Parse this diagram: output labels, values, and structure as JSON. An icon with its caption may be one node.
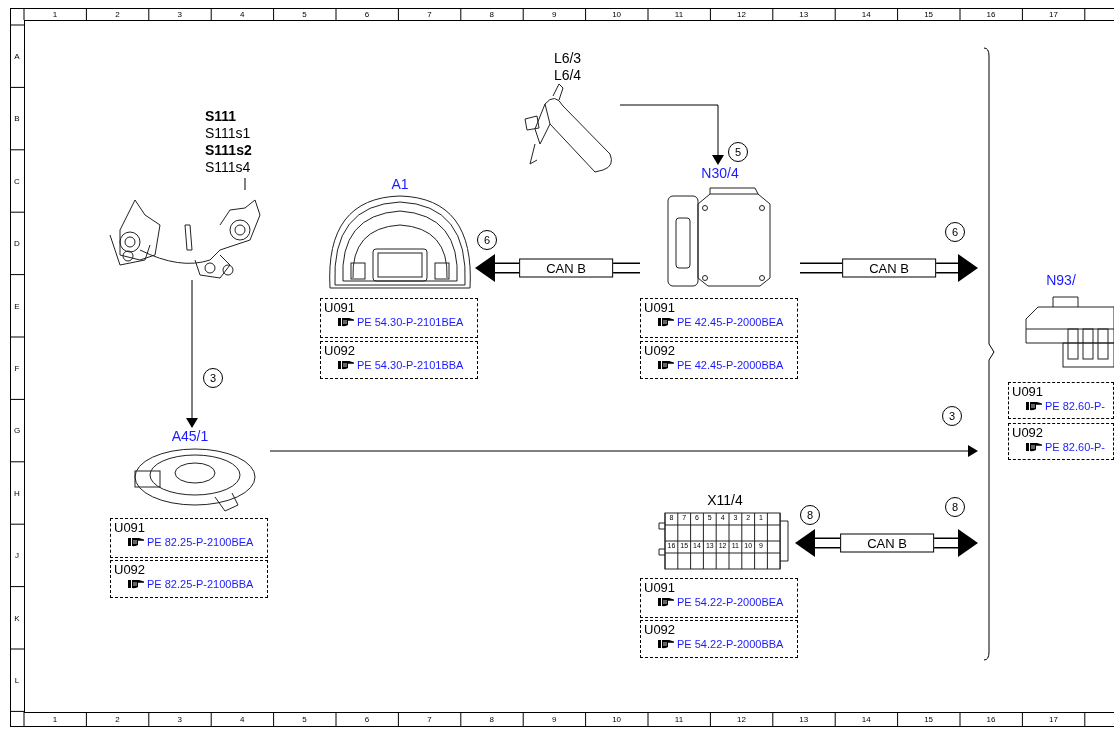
{
  "diagram": {
    "nodes": [
      {
        "text": [
          "S111",
          "S111s1",
          "S111s2",
          "S111s4"
        ]
      },
      {
        "text": [],
        "shape": "picture"
      },
      {
        "text": [
          "L6/3",
          "L6/4"
        ]
      },
      {
        "text": [
          "A1"
        ]
      },
      {
        "text": [
          "U091",
          "PE 54.30-P-2101BEA"
        ]
      },
      {
        "text": [
          "U092",
          "PE 54.30-P-2101BBA"
        ]
      },
      {
        "text": [
          "N30/4"
        ]
      },
      {
        "text": [
          "U091",
          "PE 42.45-P-2000BEA"
        ]
      },
      {
        "text": [
          "U092",
          "PE 42.45-P-2000BBA"
        ]
      },
      {
        "text": [
          "A45/1"
        ]
      },
      {
        "text": [
          "U091",
          "PE 82.25-P-2100BEA"
        ]
      },
      {
        "text": [
          "U092",
          "PE 82.25-P-2100BBA"
        ]
      },
      {
        "text": [
          "X11/4"
        ]
      },
      {
        "text": [
          "U091",
          "PE 54.22-P-2000BEA"
        ]
      },
      {
        "text": [
          "U092",
          "PE 54.22-P-2000BBA"
        ]
      },
      {
        "text": [
          "N93/"
        ]
      },
      {
        "text": [
          "U091",
          "PE 82.60-P-"
        ]
      },
      {
        "text": [
          "U092",
          "PE 82.60-P-"
        ]
      }
    ],
    "edges": [
      {
        "from": 0,
        "to": 1,
        "arrow": "none"
      },
      {
        "from": 1,
        "to": 9,
        "arrow": "to"
      },
      {
        "from": 2,
        "to": 6,
        "arrow": "to"
      },
      {
        "from": 6,
        "to": 3,
        "arrow": "to",
        "label": "CAN B",
        "style": "thick"
      },
      {
        "from": 6,
        "to": null,
        "arrow": "to",
        "label": "CAN B",
        "style": "thick"
      },
      {
        "from": 9,
        "to": null,
        "arrow": "to"
      },
      {
        "from": 12,
        "to": null,
        "arrow": "both",
        "label": "CAN B",
        "style": "thick"
      }
    ],
    "labels": [
      "1",
      "2",
      "3",
      "4",
      "5",
      "6",
      "7",
      "8",
      "9",
      "10",
      "11",
      "12",
      "13",
      "14",
      "15",
      "16",
      "17",
      "A",
      "B",
      "C",
      "D",
      "E",
      "F",
      "G",
      "H",
      "J",
      "K",
      "L",
      "5",
      "6",
      "6",
      "3",
      "3",
      "8",
      "8",
      "8",
      "7",
      "6",
      "5",
      "4",
      "3",
      "2",
      "1",
      "16",
      "15",
      "14",
      "13",
      "12",
      "11",
      "10",
      "9",
      "1",
      "2",
      "3",
      "4",
      "5",
      "6",
      "7",
      "8",
      "9",
      "10",
      "11",
      "12",
      "13",
      "14",
      "15",
      "16",
      "17"
    ]
  }
}
